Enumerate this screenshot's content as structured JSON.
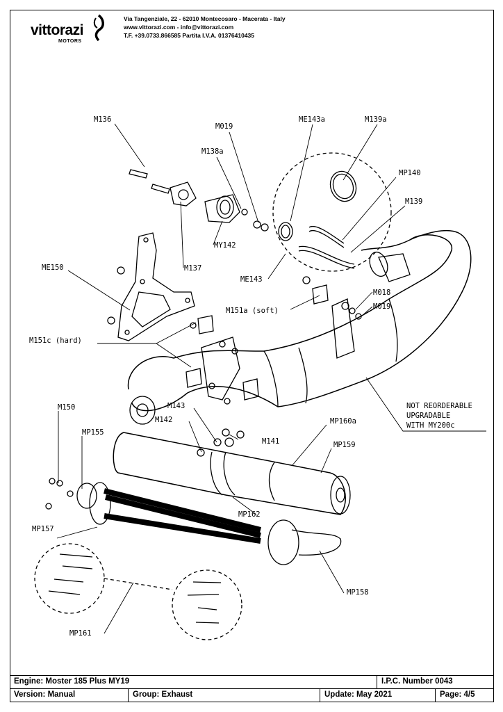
{
  "company": {
    "logo_text": "vittorazi",
    "logo_sub": "MOTORS",
    "address": "Via Tangenziale, 22 - 62010 Montecosaro - Macerata - Italy",
    "web": "www.vittorazi.com - info@vittorazi.com",
    "phone": "T.F. +39.0733.866585 Partita I.V.A. 01376410435"
  },
  "labels": {
    "M136": "M136",
    "M019_top": "M019",
    "M138a": "M138a",
    "ME143a": "ME143a",
    "M139a": "M139a",
    "MP140": "MP140",
    "M139": "M139",
    "MY142": "MY142",
    "M137": "M137",
    "ME150": "ME150",
    "ME143": "ME143",
    "M018": "M018",
    "M019_right": "M019",
    "M151a": "M151a (soft)",
    "M151c": "M151c (hard)",
    "M143": "M143",
    "M142": "M142",
    "M141": "M141",
    "MP160a": "MP160a",
    "MP159": "MP159",
    "M150": "M150",
    "MP155": "MP155",
    "MP162": "MP162",
    "MP157": "MP157",
    "MP158": "MP158",
    "MP161": "MP161"
  },
  "note": [
    "NOT REORDERABLE",
    "UPGRADABLE",
    "WITH MY200c"
  ],
  "footer": {
    "engine": "Engine: Moster 185 Plus MY19",
    "ipc": "I.P.C. Number 0043",
    "version": "Version: Manual",
    "group": "Group: Exhaust",
    "update": "Update: May 2021",
    "page": "Page: 4/5"
  }
}
